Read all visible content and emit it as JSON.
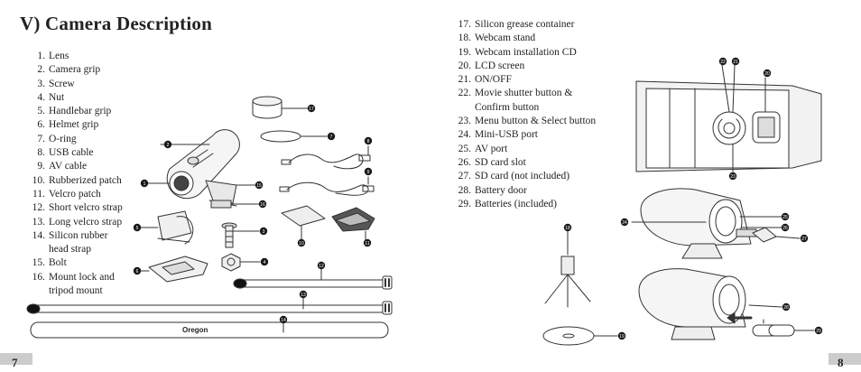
{
  "page": {
    "title": "V) Camera Description",
    "left_page_number": "7",
    "right_page_number": "8"
  },
  "left_list": [
    {
      "num": "1.",
      "text": "Lens"
    },
    {
      "num": "2.",
      "text": "Camera grip"
    },
    {
      "num": "3.",
      "text": "Screw"
    },
    {
      "num": "4.",
      "text": "Nut"
    },
    {
      "num": "5.",
      "text": "Handlebar grip"
    },
    {
      "num": "6.",
      "text": "Helmet grip"
    },
    {
      "num": "7.",
      "text": "O-ring"
    },
    {
      "num": "8.",
      "text": "USB cable"
    },
    {
      "num": "9.",
      "text": "AV cable"
    },
    {
      "num": "10.",
      "text": "Rubberized patch"
    },
    {
      "num": "11.",
      "text": "Velcro patch"
    },
    {
      "num": "12.",
      "text": "Short velcro strap"
    },
    {
      "num": "13.",
      "text": "Long velcro strap"
    },
    {
      "num": "14.",
      "text": "Silicon rubber",
      "cont": "head strap"
    },
    {
      "num": "15.",
      "text": "Bolt"
    },
    {
      "num": "16.",
      "text": "Mount lock and",
      "cont": "tripod mount"
    }
  ],
  "right_list": [
    {
      "num": "17.",
      "text": "Silicon grease container"
    },
    {
      "num": "18.",
      "text": "Webcam stand"
    },
    {
      "num": "19.",
      "text": "Webcam installation CD"
    },
    {
      "num": "20.",
      "text": "LCD screen"
    },
    {
      "num": "21.",
      "text": "ON/OFF"
    },
    {
      "num": "22.",
      "text": "Movie shutter button &",
      "cont": "Confirm button"
    },
    {
      "num": "23.",
      "text": "Menu button & Select button"
    },
    {
      "num": "24.",
      "text": "Mini-USB port"
    },
    {
      "num": "25.",
      "text": "AV port"
    },
    {
      "num": "26.",
      "text": "SD card slot"
    },
    {
      "num": "27.",
      "text": "SD card (not included)"
    },
    {
      "num": "28.",
      "text": "Battery door"
    },
    {
      "num": "29.",
      "text": "Batteries (included)"
    }
  ],
  "callouts": {
    "c1": "1",
    "c2": "2",
    "c3": "3",
    "c4": "4",
    "c5": "5",
    "c6": "6",
    "c7": "7",
    "c8": "8",
    "c9": "9",
    "c10": "10",
    "c11": "11",
    "c12": "12",
    "c13": "13",
    "c14": "14",
    "c15": "15",
    "c16": "16",
    "c17": "17",
    "c18": "18",
    "c19": "19",
    "c20": "20",
    "c21": "21",
    "c22": "22",
    "c23": "23",
    "c24": "24",
    "c25": "25",
    "c26": "26",
    "c27": "27",
    "c28": "28",
    "c29": "29"
  },
  "brand_logo": "Oregon",
  "colors": {
    "callout_fill": "#1a1a1a",
    "page_bar": "#c8c8c8",
    "ink": "#222222"
  }
}
